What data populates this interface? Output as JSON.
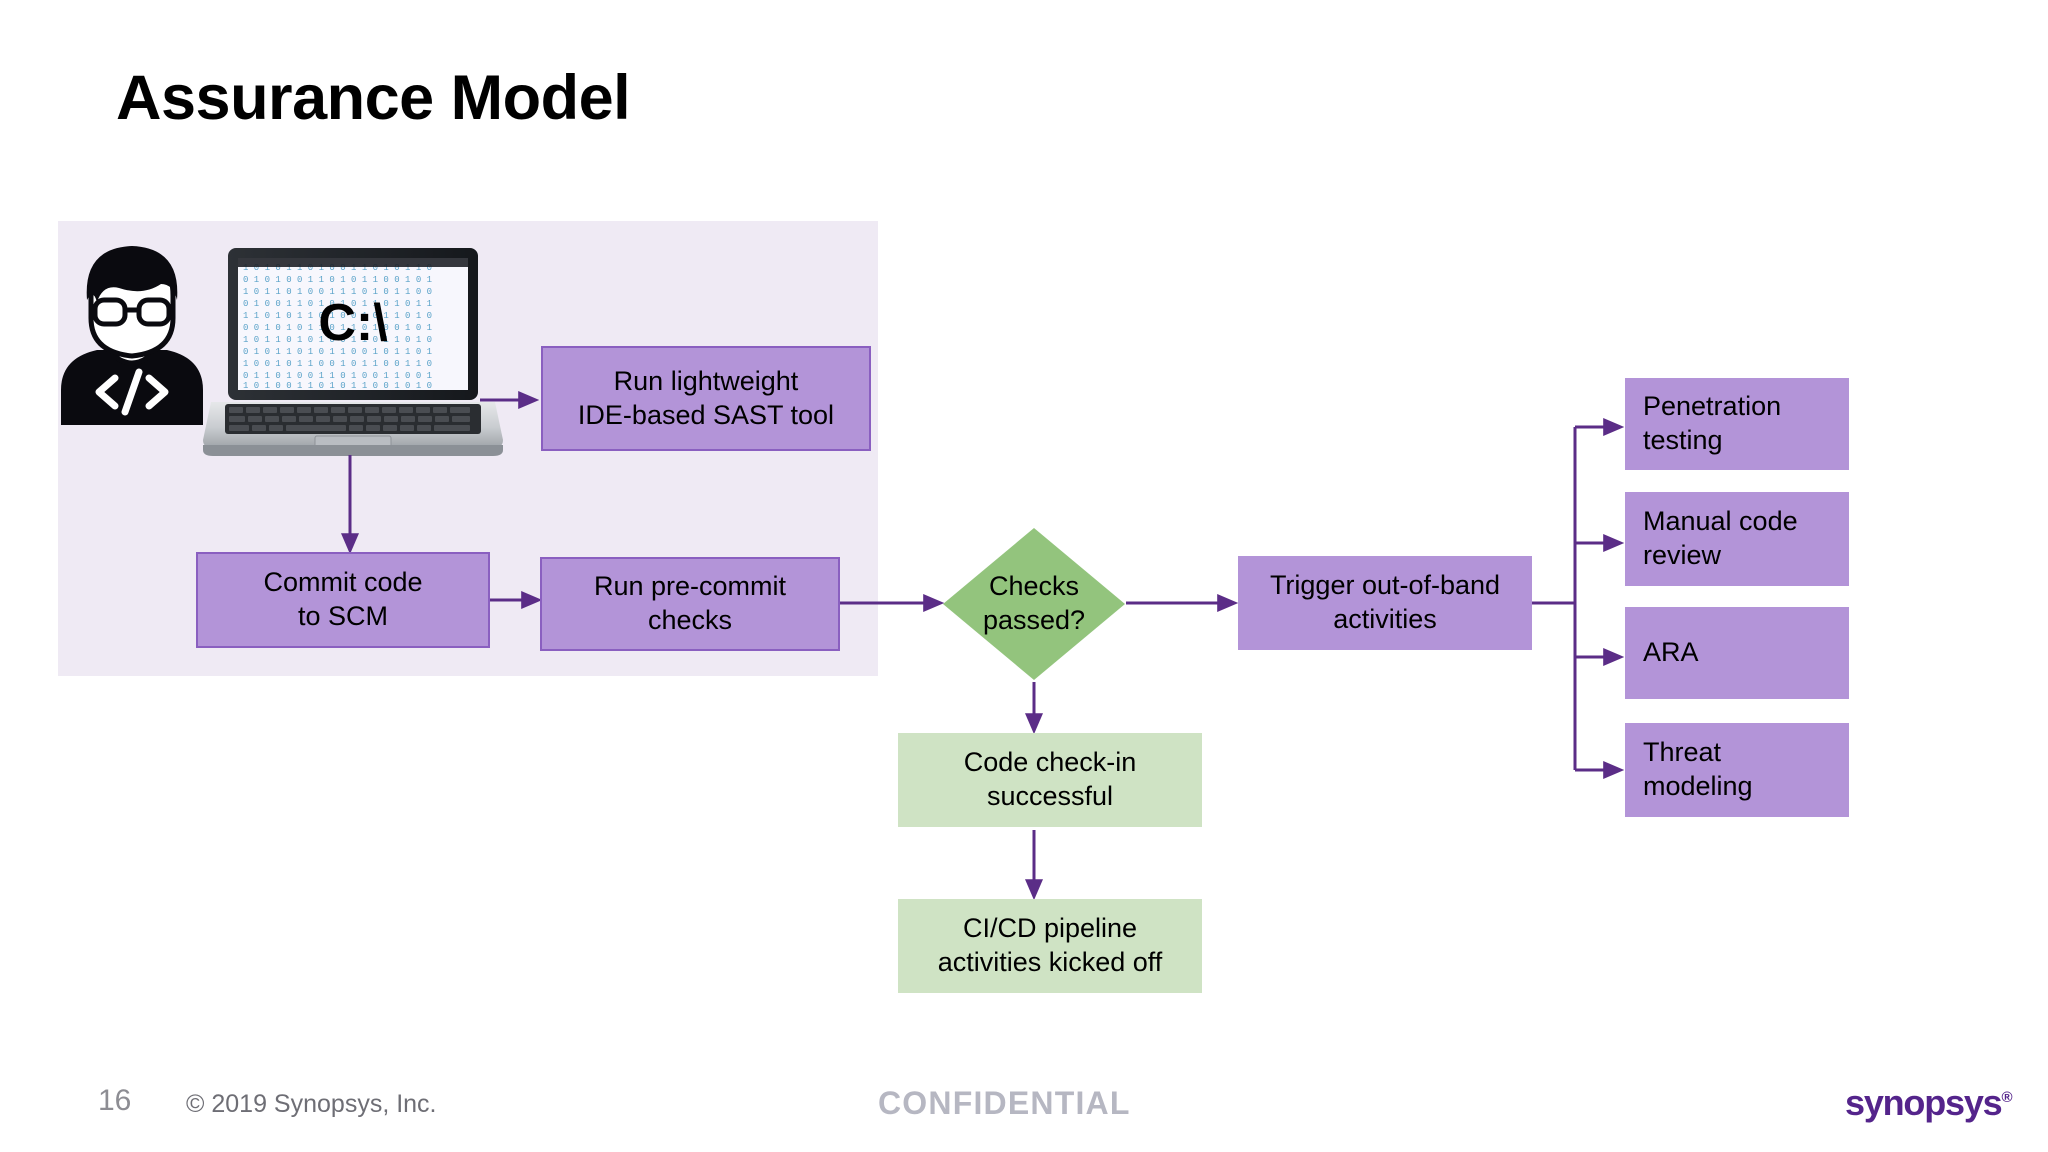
{
  "slide": {
    "title": "Assurance Model",
    "accent_purple": "#54248b",
    "node_purple_fill": "#b394d8",
    "node_purple_border": "#8a5fc0",
    "node_green_fill": "#cfe3c4",
    "diamond_fill": "#93c47d",
    "panel_fill": "#efeaf4",
    "connector_color": "#5b2d87"
  },
  "illustration": {
    "developer_icon_name": "developer-person-icon",
    "developer_shirt_text": "</>",
    "laptop_icon_name": "laptop-icon",
    "laptop_screen_text": "C:\\",
    "laptop_screen_binary": "0 1 0 1 1 0 1 0 0 1 1 0 1 0 1 1 0 0 1 0"
  },
  "flow": {
    "nodes": [
      {
        "id": "run-lightweight-sast",
        "label": "Run lightweight\nIDE-based SAST tool",
        "type": "purple"
      },
      {
        "id": "commit-code-to-scm",
        "label": "Commit code\nto SCM",
        "type": "purple"
      },
      {
        "id": "run-pre-commit-checks",
        "label": "Run pre-commit\nchecks",
        "type": "purple"
      },
      {
        "id": "checks-passed",
        "label": "Checks\npassed?",
        "type": "diamond"
      },
      {
        "id": "trigger-out-of-band",
        "label": "Trigger out-of-band\nactivities",
        "type": "purple"
      },
      {
        "id": "code-check-in-successful",
        "label": "Code check-in\nsuccessful",
        "type": "green"
      },
      {
        "id": "cicd-pipeline",
        "label": "CI/CD pipeline\nactivities kicked off",
        "type": "green"
      }
    ],
    "out_of_band_activities": [
      {
        "id": "penetration-testing",
        "label": "Penetration\ntesting"
      },
      {
        "id": "manual-code-review",
        "label": "Manual code\nreview"
      },
      {
        "id": "ara",
        "label": "ARA"
      },
      {
        "id": "threat-modeling",
        "label": "Threat\nmodeling"
      }
    ]
  },
  "footer": {
    "page_number": "16",
    "copyright": "© 2019 Synopsys, Inc.",
    "confidential": "CONFIDENTIAL",
    "logo_text": "synopsys",
    "logo_mark": "®"
  }
}
